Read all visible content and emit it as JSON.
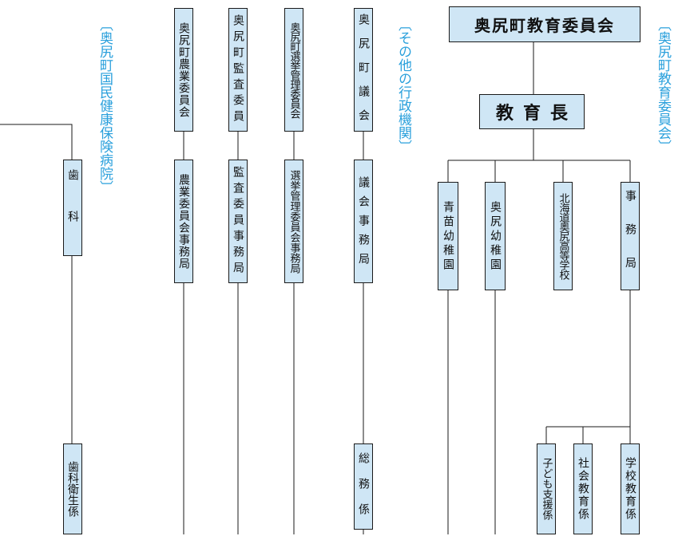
{
  "labels": {
    "hospital": "〔奥尻町国民健康保険病院〕",
    "other_admin": "〔その他の行政機関〕",
    "education_board_note": "〔奥尻町教育委員会〕"
  },
  "boxes": {
    "dental": "歯科",
    "dental_hygiene": "歯科衛生係",
    "agri_committee": "奥尻町農業委員会",
    "agri_office": "農業委員会事務局",
    "audit_committee": "奥尻町監査委員",
    "audit_office": "監査委員事務局",
    "election_committee": "奥尻町選挙管理委員会",
    "election_office": "選挙管理委員会事務局",
    "council": "奥尻町議会",
    "council_office": "議会事務局",
    "general_affairs": "総務係",
    "edu_board": "奥尻町教育委員会",
    "superintendent": "教育長",
    "aonae_kinder": "青苗幼稚園",
    "okushiri_kinder": "奥尻幼稚園",
    "high_school": "北海道奥尻高等学校",
    "secretariat": "事務局",
    "child_support": "子ども支援係",
    "social_edu": "社会教育係",
    "school_edu": "学校教育係"
  }
}
